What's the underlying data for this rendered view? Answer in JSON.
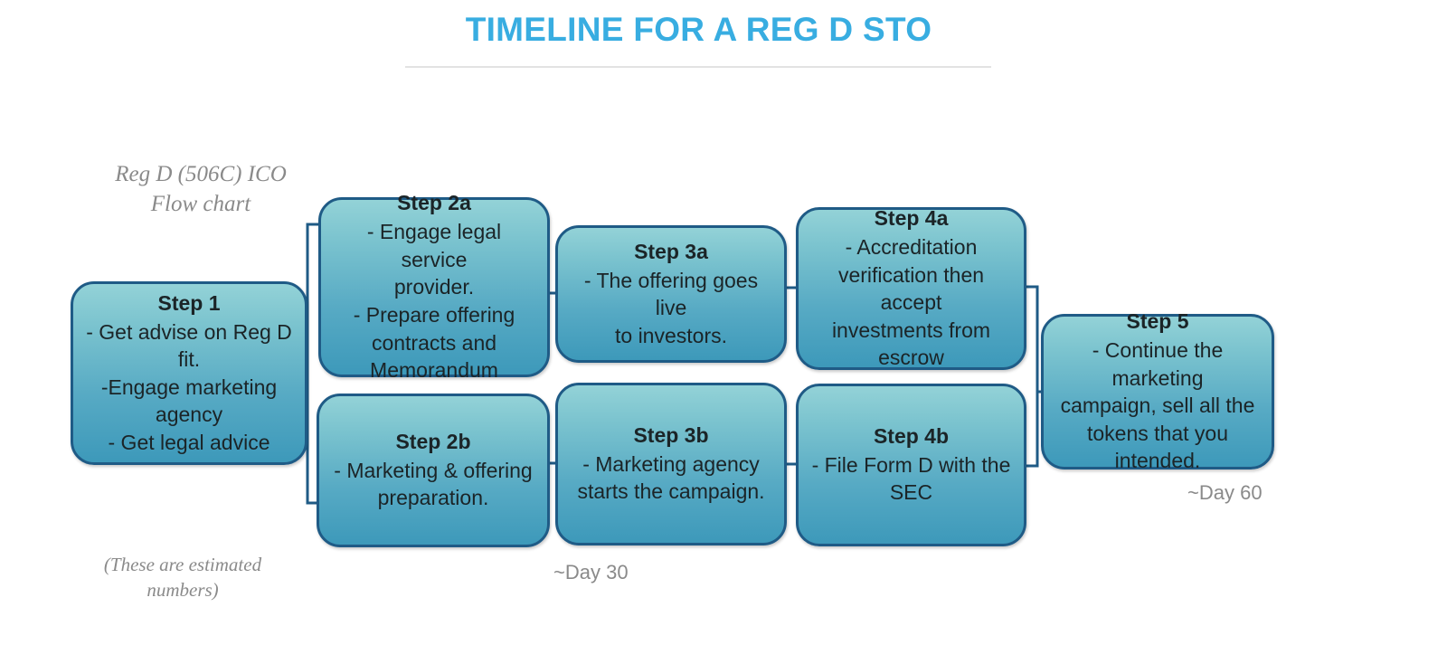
{
  "header": {
    "title": "TIMELINE FOR A REG D STO",
    "accent_color": "#38ade1",
    "divider_color": "#e2e2e2"
  },
  "notes": {
    "flow_label": "Reg D (506C) ICO\nFlow chart",
    "footnote": "(These are estimated\nnumbers)",
    "note_color": "#8a8a8a"
  },
  "timeline_marks": [
    {
      "id": "day-30",
      "label": "~Day 30"
    },
    {
      "id": "day-60",
      "label": "~Day 60"
    }
  ],
  "palette": {
    "box_border": "#1f5b86",
    "box_gradient_top": "#93d2d7",
    "box_gradient_bottom": "#3d99ba",
    "box_text": "#1b2427",
    "connector": "#1f5b86",
    "background": "#ffffff"
  },
  "chart_data": {
    "type": "diagram",
    "title": "TIMELINE FOR A REG D STO",
    "subtitle": "Reg D (506C) ICO Flow chart",
    "layout": "left-to-right flowchart with paired parallel branches",
    "nodes": [
      {
        "id": "step1",
        "title": "Step 1",
        "body": "- Get advise on Reg D fit.\n-Engage marketing\nagency\n- Get legal advice",
        "column": 1,
        "branch": "single"
      },
      {
        "id": "step2a",
        "title": "Step 2a",
        "body": "- Engage legal service\nprovider.\n- Prepare offering\ncontracts and\nMemorandum",
        "column": 2,
        "branch": "a"
      },
      {
        "id": "step2b",
        "title": "Step 2b",
        "body": "- Marketing & offering\npreparation.",
        "column": 2,
        "branch": "b"
      },
      {
        "id": "step3a",
        "title": "Step 3a",
        "body": "- The offering goes live\nto investors.",
        "column": 3,
        "branch": "a"
      },
      {
        "id": "step3b",
        "title": "Step 3b",
        "body": "-  Marketing agency\nstarts the campaign.",
        "column": 3,
        "branch": "b"
      },
      {
        "id": "step4a",
        "title": "Step 4a",
        "body": "- Accreditation\nverification then accept\ninvestments  from\nescrow",
        "column": 4,
        "branch": "a"
      },
      {
        "id": "step4b",
        "title": "Step 4b",
        "body": "-  File Form D with the\nSEC",
        "column": 4,
        "branch": "b"
      },
      {
        "id": "step5",
        "title": "Step 5",
        "body": "- Continue the marketing\ncampaign, sell all the\ntokens that you intended.",
        "column": 5,
        "branch": "single"
      }
    ],
    "edges": [
      {
        "from": "step1",
        "to": [
          "step2a",
          "step2b"
        ],
        "style": "bracket-split"
      },
      {
        "from": "step2a",
        "to": [
          "step3a"
        ],
        "style": "straight"
      },
      {
        "from": "step2b",
        "to": [
          "step3b"
        ],
        "style": "straight"
      },
      {
        "from": "step3a",
        "to": [
          "step4a"
        ],
        "style": "straight"
      },
      {
        "from": "step3b",
        "to": [
          "step4b"
        ],
        "style": "straight"
      },
      {
        "from": [
          "step4a",
          "step4b"
        ],
        "to": "step5",
        "style": "bracket-merge"
      }
    ],
    "annotations": [
      {
        "text": "~Day 30",
        "near": "column 3"
      },
      {
        "text": "~Day 60",
        "near": "column 5"
      },
      {
        "text": "(These are estimated numbers)",
        "near": "column 1"
      }
    ]
  }
}
